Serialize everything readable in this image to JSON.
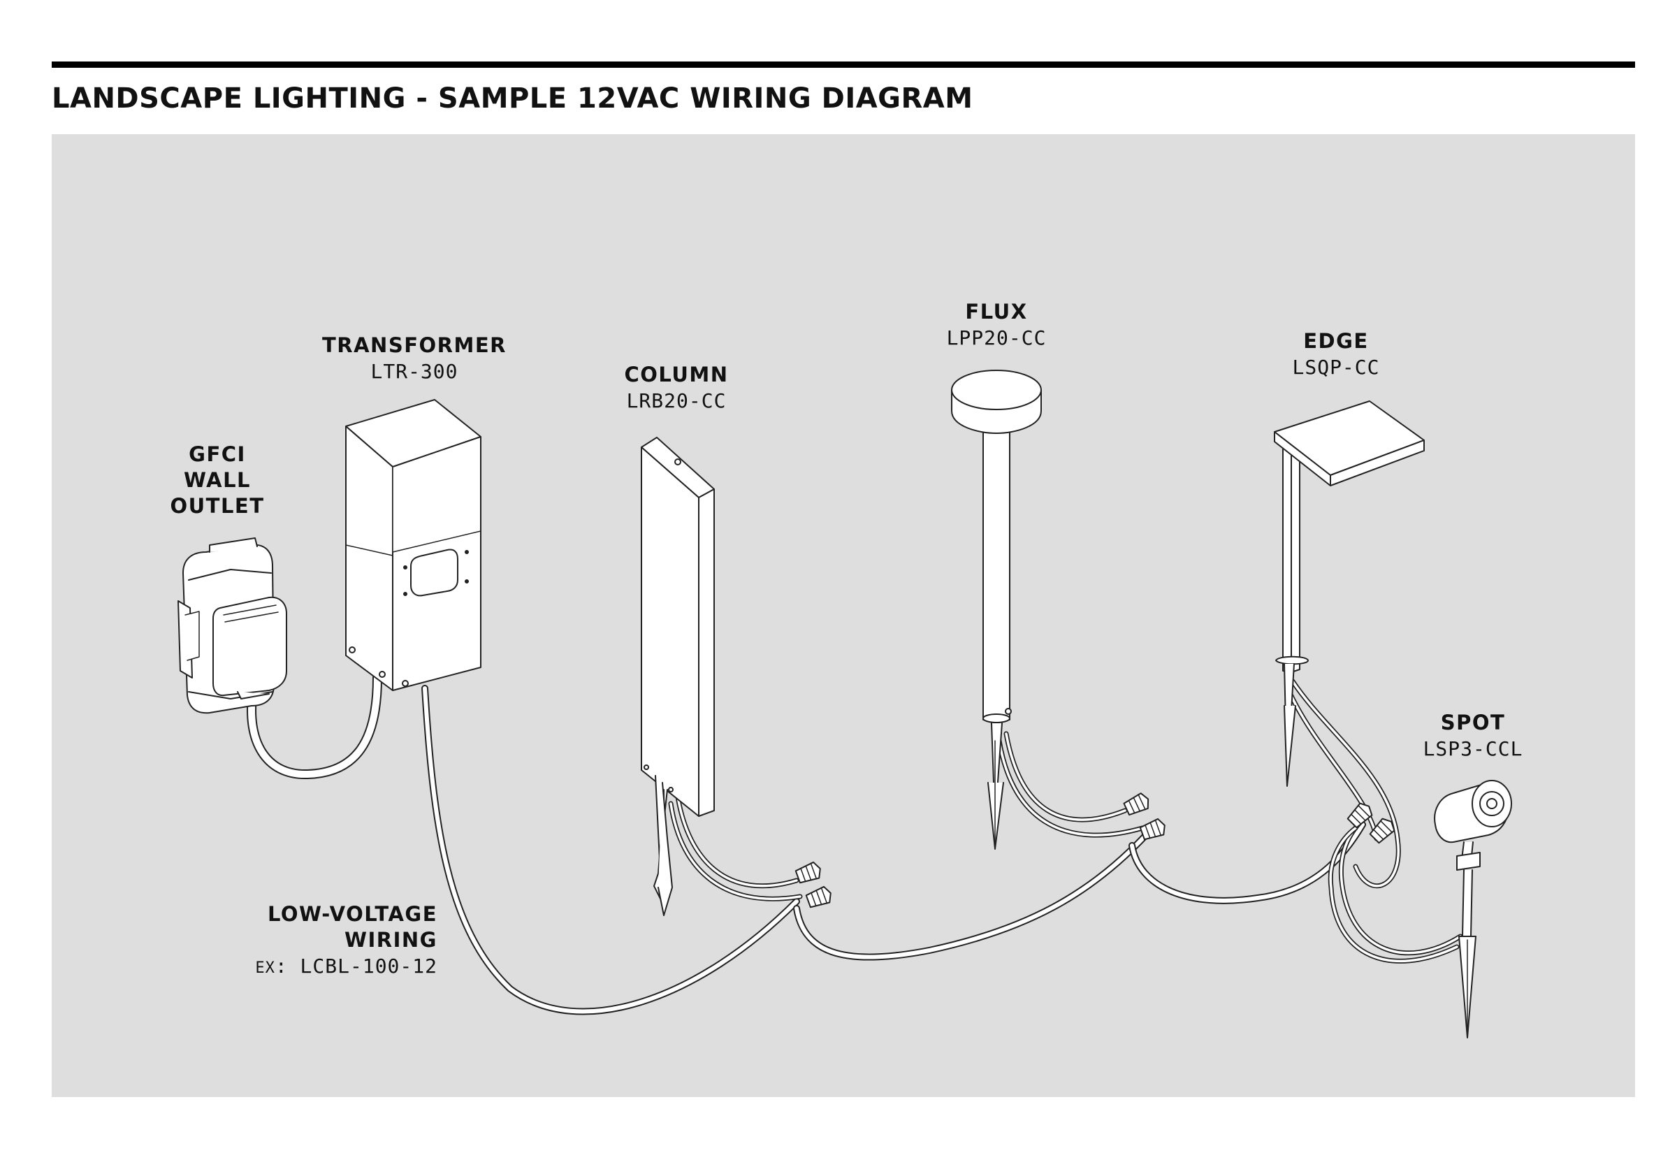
{
  "title": "LANDSCAPE LIGHTING - SAMPLE 12VAC WIRING DIAGRAM",
  "colors": {
    "rule": "#000000",
    "panel": "#dededf",
    "fixture_fill": "#ffffff",
    "line": "#222222",
    "text": "#111111"
  },
  "components": {
    "gfci": {
      "line1": "GFCI",
      "line2": "WALL",
      "line3": "OUTLET"
    },
    "transformer": {
      "name": "TRANSFORMER",
      "model": "LTR-300"
    },
    "column": {
      "name": "COLUMN",
      "model": "LRB20-CC"
    },
    "flux": {
      "name": "FLUX",
      "model": "LPP20-CC"
    },
    "edge": {
      "name": "EDGE",
      "model": "LSQP-CC"
    },
    "spot": {
      "name": "SPOT",
      "model": "LSP3-CCL"
    }
  },
  "wiring": {
    "line1": "LOW-VOLTAGE",
    "line2": "WIRING",
    "ex_prefix": "EX",
    "model": ": LCBL-100-12"
  }
}
